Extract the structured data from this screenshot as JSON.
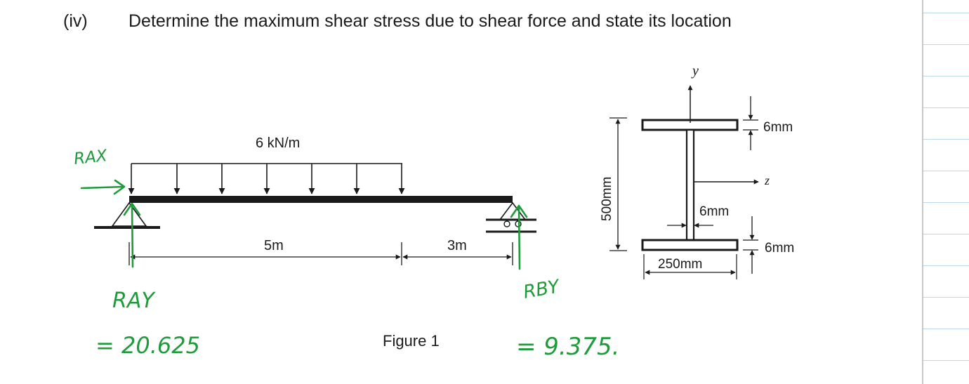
{
  "question": {
    "number": "(iv)",
    "text": "Determine the maximum shear stress due to shear force and state its location"
  },
  "beam": {
    "load_label": "6 kN/m",
    "span_left_label": "5m",
    "span_right_label": "3m",
    "figure_caption": "Figure 1"
  },
  "section": {
    "y_axis_label": "y",
    "z_axis_label": "z",
    "height_label": "500mm",
    "top_flange_label": "6mm",
    "web_label": "6mm",
    "bottom_flange_label": "6mm",
    "width_label": "250mm"
  },
  "handwritten_notes": {
    "rax": "RAX",
    "ray": "RAY",
    "ray_value": "= 20.625",
    "rby": "RBY",
    "rby_value": "= 9.375."
  },
  "colors": {
    "ink": "#1a1a1a",
    "handwriting": "#1f9b3c",
    "panel_lines": "#bcd6ea"
  }
}
